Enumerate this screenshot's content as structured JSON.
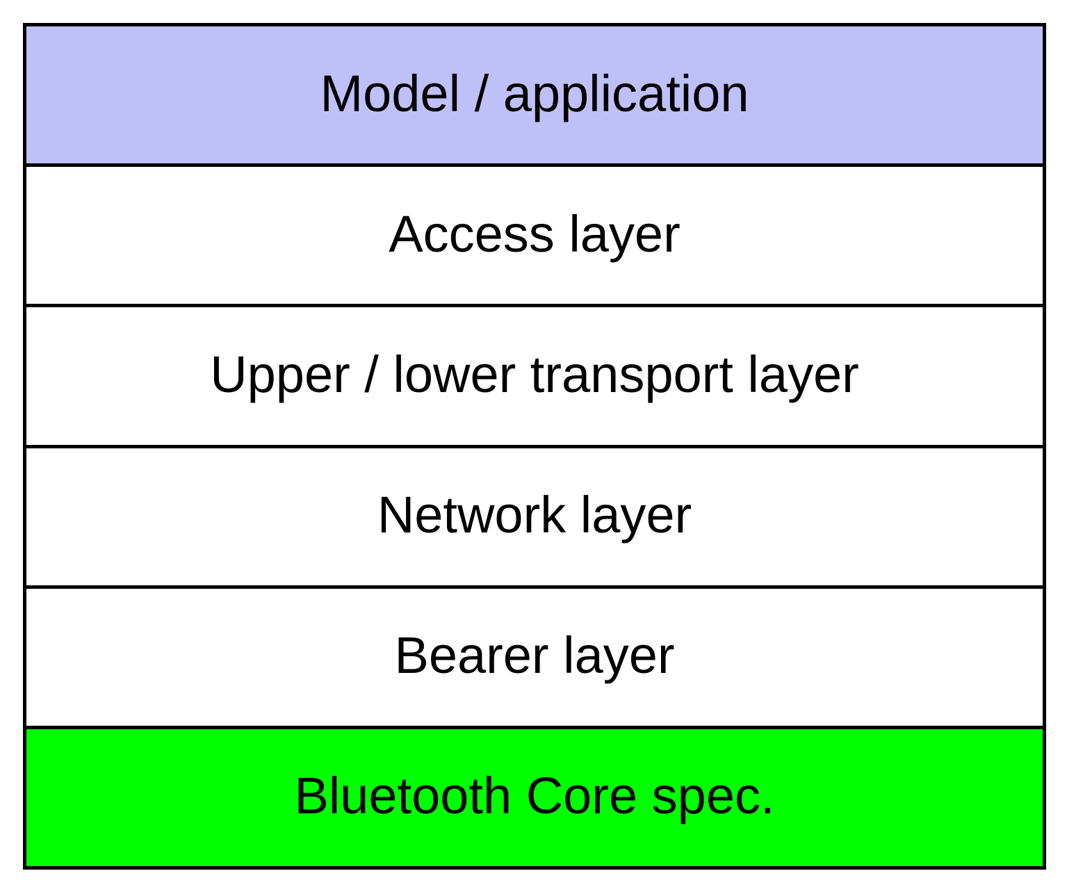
{
  "diagram": {
    "kind": "layered-stack",
    "border_color": "#000000",
    "text_color": "#000000",
    "background_color": "#ffffff",
    "layers": [
      {
        "label": "Model / application",
        "bg": "#c0c0f8"
      },
      {
        "label": "Access layer",
        "bg": "#ffffff"
      },
      {
        "label": "Upper / lower transport layer",
        "bg": "#ffffff"
      },
      {
        "label": "Network layer",
        "bg": "#ffffff"
      },
      {
        "label": "Bearer layer",
        "bg": "#ffffff"
      },
      {
        "label": "Bluetooth Core spec.",
        "bg": "#00ff00"
      }
    ]
  }
}
